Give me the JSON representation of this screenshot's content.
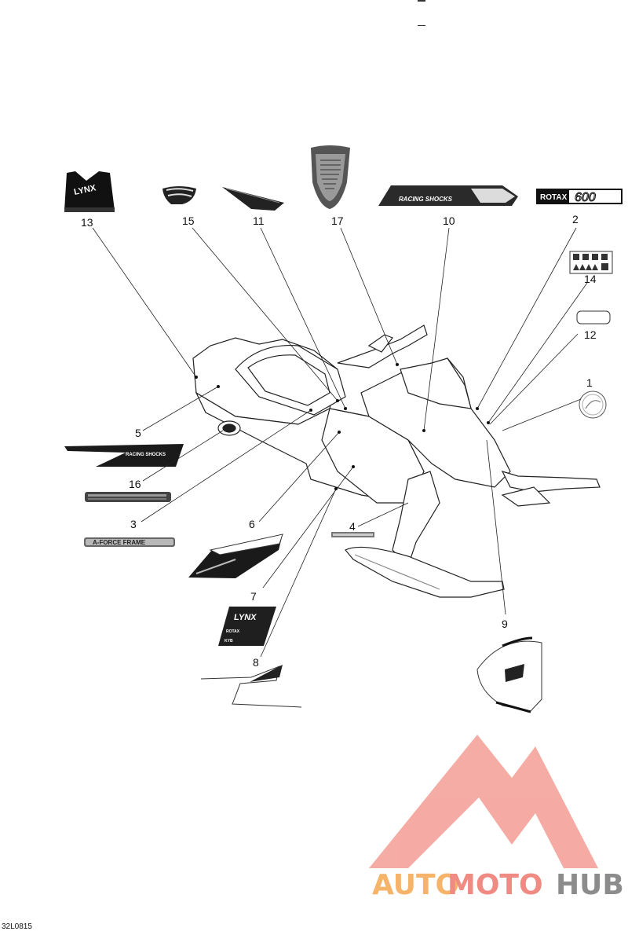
{
  "diagram": {
    "drawing_code": "32L0815",
    "callouts": [
      {
        "id": "13",
        "label": "13"
      },
      {
        "id": "15",
        "label": "15"
      },
      {
        "id": "11",
        "label": "11"
      },
      {
        "id": "17",
        "label": "17"
      },
      {
        "id": "10",
        "label": "10"
      },
      {
        "id": "2",
        "label": "2"
      },
      {
        "id": "14",
        "label": "14"
      },
      {
        "id": "12",
        "label": "12"
      },
      {
        "id": "1",
        "label": "1"
      },
      {
        "id": "5",
        "label": "5"
      },
      {
        "id": "16",
        "label": "16"
      },
      {
        "id": "3",
        "label": "3"
      },
      {
        "id": "6",
        "label": "6"
      },
      {
        "id": "4",
        "label": "4"
      },
      {
        "id": "7",
        "label": "7"
      },
      {
        "id": "8",
        "label": "8"
      },
      {
        "id": "9",
        "label": "9"
      }
    ],
    "decal_texts": {
      "lynx": "LYNX",
      "rotax": "ROTAX",
      "rotax_600": "600",
      "racing_shocks": "RACING SHOCKS",
      "kyb": "KYB",
      "aforce": "A-FORCE FRAME",
      "rotax_small": "ROTAX",
      "kyb_small": "KYB"
    }
  },
  "watermark": {
    "part1": "AUTO",
    "part2": "MOTO",
    "part3": "HUB",
    "color_auto": "#f6b36a",
    "color_moto": "#ef8b83",
    "color_hub": "#8c8c8c",
    "triangle_color": "#f4a39a"
  }
}
